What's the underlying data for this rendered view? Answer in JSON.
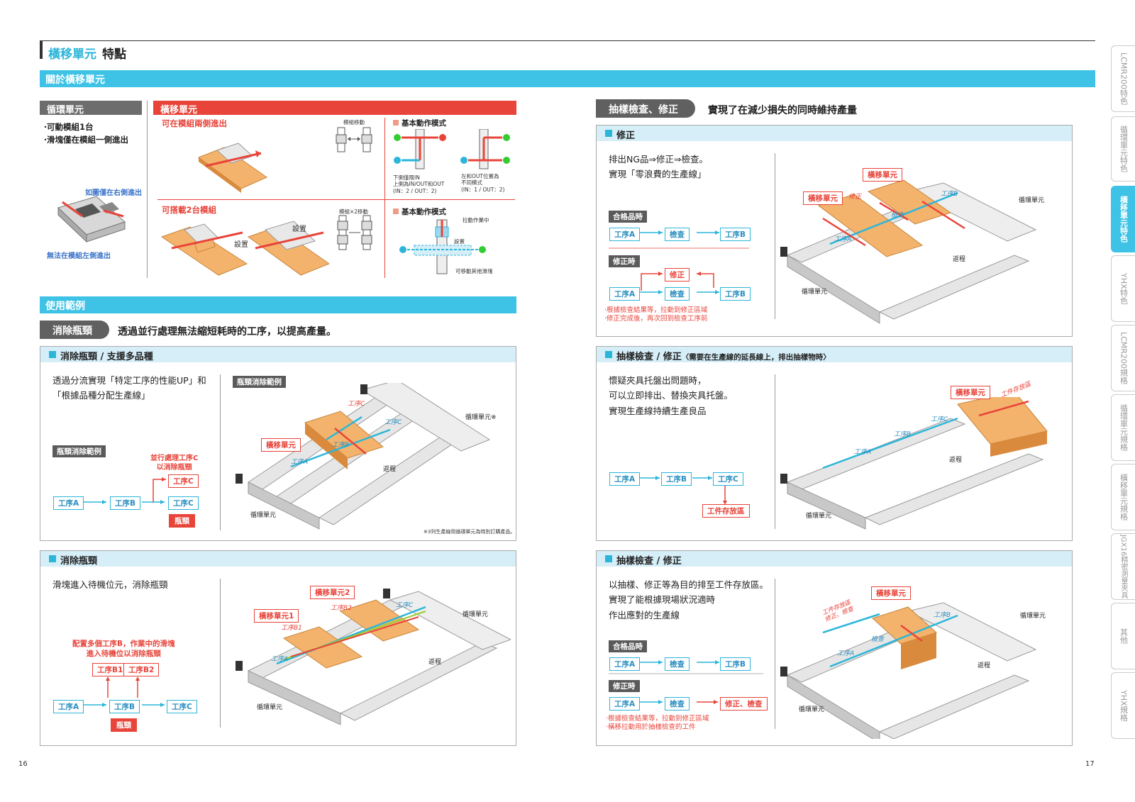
{
  "header": {
    "title_accent": "橫移單元",
    "title_rest": "特點"
  },
  "about_bar": "關於橫移單元",
  "circ_unit": {
    "label": "循環單元",
    "bullets": [
      "‧可動模組1台",
      "‧滑塊僅在模組一側進出"
    ],
    "note_right": "如圖僅在右側進出",
    "note_left": "無法在模組左側進出"
  },
  "trans_unit": {
    "label": "橫移單元",
    "row1": {
      "title": "可在模組兩側進出",
      "move_label": "模組移動",
      "mode_title": "基本動作模式",
      "caption_a": "下側僅限IN\n上側為IN/OUT和OUT\n(IN：2 / OUT：2)",
      "caption_b": "左和OUT位置為\n不同模式\n(IN：1 / OUT：2)"
    },
    "row2": {
      "title": "可搭載2台模組",
      "move_label": "模組×2移動",
      "set_label": "設置",
      "mode_title": "基本動作模式",
      "pull_label": "拉動作業中",
      "other_label": "可移動其他滑塊"
    }
  },
  "examples_bar": "使用範例",
  "bottleneck": {
    "pill": "消除瓶頸",
    "headline": "透過並行處理無法縮短耗時的工序，以提高產量。"
  },
  "panel1": {
    "head": "消除瓶頸 / 支援多品種",
    "desc": [
      "透過分流實現「特定工序的性能UP」和",
      "「根據品種分配生產線」"
    ],
    "tag_left": "瓶頸消除範例",
    "tag_right": "瓶頸消除範例",
    "flow_note": [
      "並行處理工序C",
      "以消除瓶頸"
    ],
    "flow": {
      "a": "工序A",
      "b": "工序B",
      "c1": "工序C",
      "c2": "工序C",
      "bottleneck": "瓶頸"
    },
    "diagram": {
      "trans": "橫移單元",
      "circ1": "循環單元※",
      "circ2": "循環單元",
      "return": "返程",
      "a": "工序A",
      "b": "工序B",
      "c1": "工序C",
      "c2": "工序C"
    },
    "footnote": "※3列生產線用循環單元為特別訂購產品。"
  },
  "panel2": {
    "head": "消除瓶頸",
    "desc": [
      "滑塊進入待機位元，消除瓶頸"
    ],
    "flow_note": [
      "配置多個工序B，作業中的滑塊",
      "進入待機位以消除瓶頸"
    ],
    "flow": {
      "b1": "工序B1",
      "b2": "工序B2",
      "a": "工序A",
      "b": "工序B",
      "c": "工序C",
      "bottleneck": "瓶頸"
    },
    "diagram": {
      "trans1": "橫移單元1",
      "trans2": "橫移單元2",
      "b1": "工序B1",
      "b2": "工序B2",
      "a": "工序A",
      "c": "工序C",
      "circ1": "循環單元",
      "circ2": "循環單元",
      "return": "返程"
    }
  },
  "inspect": {
    "pill": "抽樣檢查、修正",
    "headline": "實現了在減少損失的同時維持產量"
  },
  "panel3": {
    "head": "修正",
    "desc": [
      "排出NG品⇒修正⇒檢查。",
      "實現「零浪費的生產線」"
    ],
    "ok_tag": "合格品時",
    "fix_tag": "修正時",
    "flow_ok": {
      "a": "工序A",
      "inspect": "檢查",
      "b": "工序B"
    },
    "flow_fix": {
      "fix": "修正",
      "a": "工序A",
      "inspect": "檢查",
      "b": "工序B"
    },
    "notes": [
      "‧根據檢查結果等，拉動到修正區域",
      "‧修正完成後，再次回到檢查工序前"
    ],
    "diagram": {
      "trans1": "橫移單元",
      "trans2": "橫移單元",
      "fix": "修正",
      "inspect": "檢查",
      "a": "工序A",
      "b": "工序B",
      "circ1": "循環單元",
      "circ2": "循環單元",
      "return": "返程"
    }
  },
  "panel4": {
    "head": "抽樣檢查 / 修正",
    "head_note": "〈需要在生產線的延長線上，排出抽樣物時〉",
    "desc": [
      "懷疑夾具托盤出問題時，",
      "可以立即排出、替換夾具托盤。",
      "實現生產線持續生產良品"
    ],
    "flow": {
      "a": "工序A",
      "b": "工序B",
      "c": "工序C",
      "store": "工件存放區"
    },
    "diagram": {
      "trans": "橫移單元",
      "store": "工件存放區",
      "a": "工序A",
      "b": "工序B",
      "c": "工序C",
      "circ": "循環單元",
      "return": "返程"
    }
  },
  "panel5": {
    "head": "抽樣檢查 / 修正",
    "desc": [
      "以抽樣、修正等為目的排至工件存放區。",
      "實現了能根據現場狀況適時",
      "作出應對的生產線"
    ],
    "ok_tag": "合格品時",
    "fix_tag": "修正時",
    "flow_ok": {
      "a": "工序A",
      "inspect": "檢查",
      "b": "工序B"
    },
    "flow_fix": {
      "a": "工序A",
      "inspect": "檢查",
      "fix": "修正、檢查"
    },
    "notes": [
      "‧根據檢查結果等，拉動到修正區域",
      "‧橫移拉動用於抽樣檢查的工件"
    ],
    "diagram": {
      "trans": "橫移單元",
      "store": "工件存放區",
      "store2": "修正、檢查",
      "inspect": "檢查",
      "a": "工序A",
      "b": "工序B",
      "circ1": "循環單元",
      "circ2": "循環單元",
      "return": "返程"
    }
  },
  "side_tabs": [
    "LCMR200特色",
    "循環單元特色",
    "橫移單元特色",
    "YHX特色",
    "LCMR200規格",
    "循環單元規格",
    "橫移單元規格",
    "JGX16精密測量夾具",
    "其他",
    "YHX規格"
  ],
  "page_left": "16",
  "page_right": "17",
  "colors": {
    "accent": "#3ec3e6",
    "red": "#e8443a",
    "orange": "#f4a460",
    "gray": "#6d6d6d"
  }
}
